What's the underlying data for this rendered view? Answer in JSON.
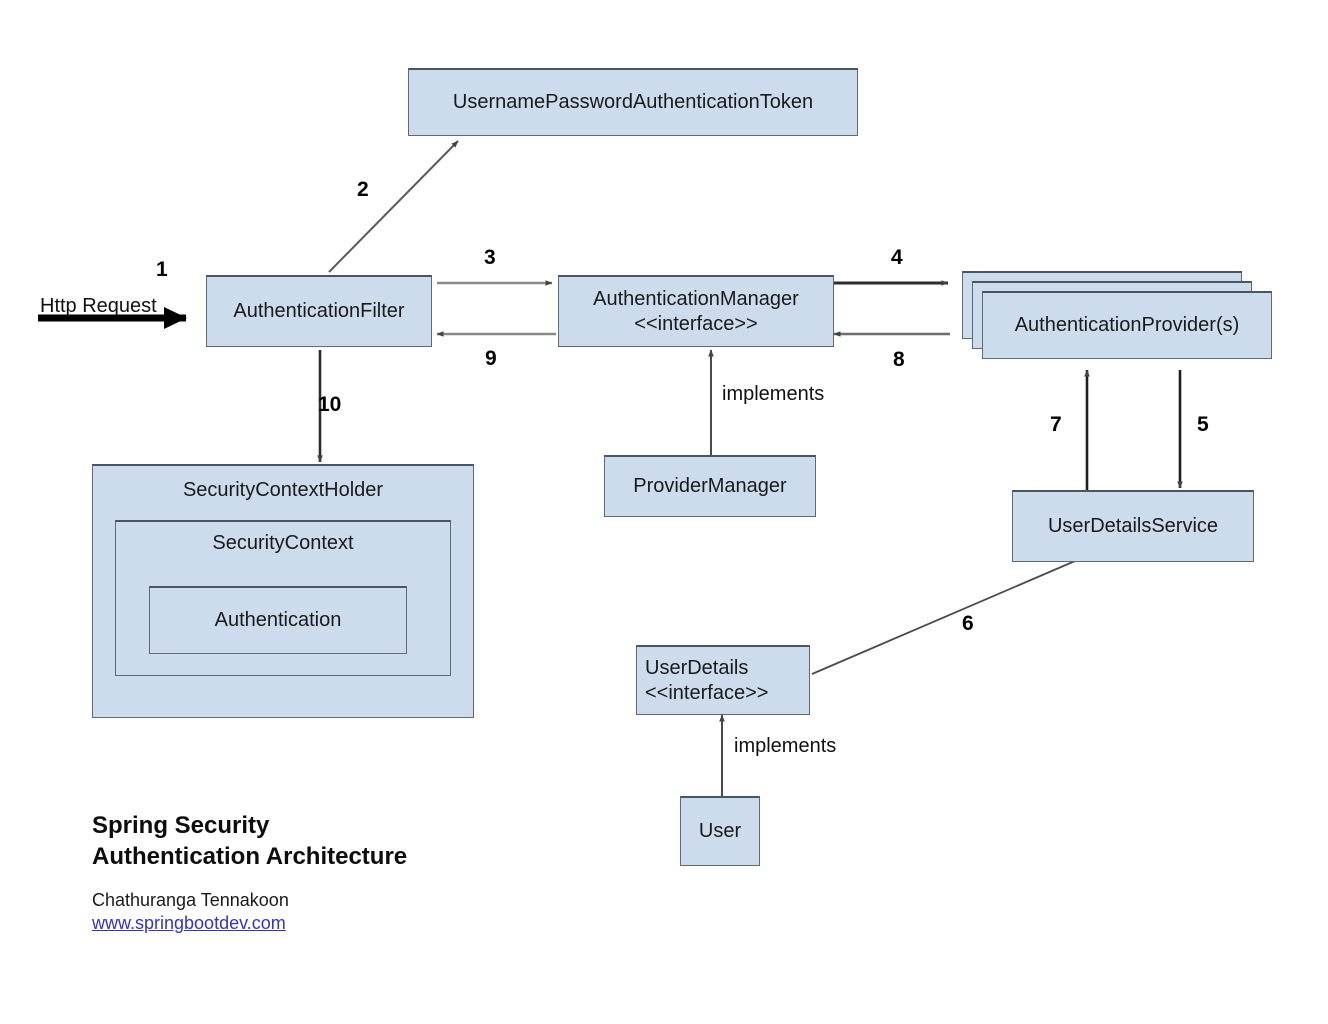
{
  "diagram": {
    "title_lines": [
      "Spring Security",
      "Authentication Architecture"
    ],
    "author": "Chathuranga Tennakoon",
    "website": "www.springbootdev.com",
    "entry_label": "Http Request",
    "nodes": {
      "token": {
        "label": "UsernamePasswordAuthenticationToken"
      },
      "auth_filter": {
        "label": "AuthenticationFilter"
      },
      "auth_manager": {
        "line1": "AuthenticationManager",
        "line2": "<<interface>>"
      },
      "auth_provider": {
        "label": "AuthenticationProvider(s)"
      },
      "provider_manager": {
        "label": "ProviderManager"
      },
      "user_details_service": {
        "label": "UserDetailsService"
      },
      "user_details": {
        "line1": "UserDetails",
        "line2": "<<interface>>"
      },
      "user": {
        "label": "User"
      },
      "security_context_holder": {
        "label": "SecurityContextHolder"
      },
      "security_context": {
        "label": "SecurityContext"
      },
      "authentication": {
        "label": "Authentication"
      }
    },
    "steps": {
      "s1": "1",
      "s2": "2",
      "s3": "3",
      "s4": "4",
      "s5": "5",
      "s6": "6",
      "s7": "7",
      "s8": "8",
      "s9": "9",
      "s10": "10"
    },
    "relations": {
      "implements_manager": "implements",
      "implements_userdetails": "implements"
    },
    "colors": {
      "node_fill": "#ccdcec",
      "node_border": "#5f6a75",
      "arrow_gray": "#6e6e6e",
      "arrow_black": "#000000",
      "link": "#3333cc"
    }
  }
}
